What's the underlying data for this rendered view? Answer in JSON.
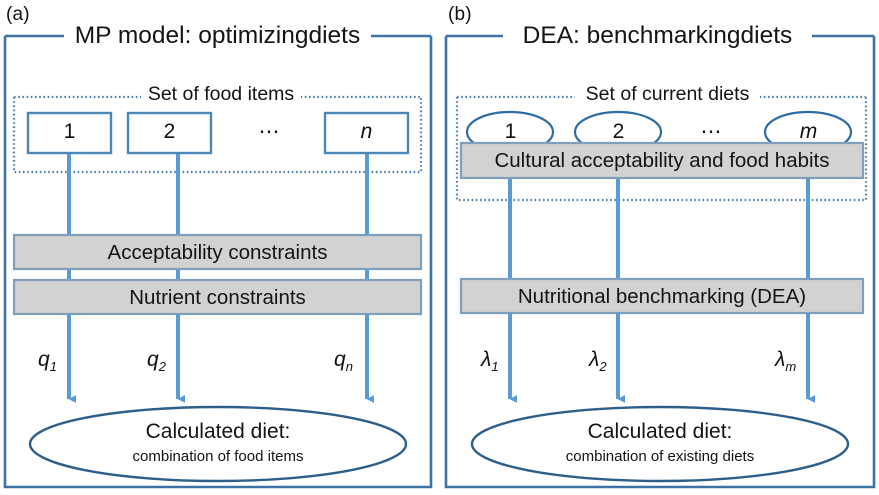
{
  "figure": {
    "background": "#ffffff",
    "colors": {
      "frame_blue": "#3d72a4",
      "box_blue": "#4a86b8",
      "arrow_blue": "#5b9bd5",
      "ellipse_navy": "#2e5f8a",
      "gray_fill": "#d2d2d0",
      "gray_border": "#7f9fbd",
      "dotted_blue": "#4a7fb5",
      "text": "#141414"
    }
  },
  "panels": [
    {
      "tag": "(a)",
      "title": "MP model: optimizingdiets",
      "group": {
        "title": "Set of food items",
        "node_shape": "rectangle",
        "nodes": [
          {
            "label": "1",
            "italic": false
          },
          {
            "label": "2",
            "italic": false
          },
          {
            "label": "n",
            "italic": true
          }
        ],
        "ellipsis": "⋯"
      },
      "bars": [
        {
          "label": "Acceptability constraints"
        },
        {
          "label": "Nutrient constraints"
        }
      ],
      "flow_labels": [
        {
          "base": "q",
          "sub": "1"
        },
        {
          "base": "q",
          "sub": "2"
        },
        {
          "base": "q",
          "sub": "n"
        }
      ],
      "output": {
        "main": "Calculated diet:",
        "sub": "combination of food items"
      }
    },
    {
      "tag": "(b)",
      "title": "DEA: benchmarkingdiets",
      "group": {
        "title": "Set of current diets",
        "node_shape": "ellipse",
        "nodes": [
          {
            "label": "1",
            "italic": false
          },
          {
            "label": "2",
            "italic": false
          },
          {
            "label": "m",
            "italic": true
          }
        ],
        "ellipsis": "⋯"
      },
      "bars": [
        {
          "label": "Cultural acceptability and food habits"
        },
        {
          "label": "Nutritional benchmarking (DEA)"
        }
      ],
      "flow_labels": [
        {
          "base": "λ",
          "sub": "1"
        },
        {
          "base": "λ",
          "sub": "2"
        },
        {
          "base": "λ",
          "sub": "m"
        }
      ],
      "output": {
        "main": "Calculated diet:",
        "sub": "combination of existing diets"
      }
    }
  ]
}
